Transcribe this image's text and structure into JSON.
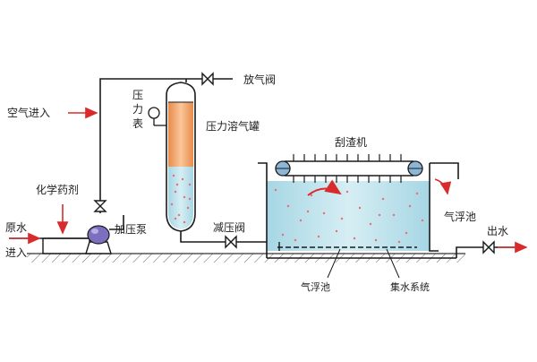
{
  "labels": {
    "vent_valve": "放气阀",
    "air_in": "空气进入",
    "gauge_char1": "压",
    "gauge_char2": "力",
    "gauge_char3": "表",
    "pressure_tank": "压力溶气罐",
    "scraper": "刮渣机",
    "chemical": "化学药剂",
    "raw_water_1": "原水",
    "raw_water_2": "进入",
    "booster_pump": "加压泵",
    "reducing_valve": "减压阀",
    "flotation_tank": "气浮池",
    "water_out": "出水",
    "bottom_left": "气浮池",
    "bottom_right": "集水系统"
  },
  "colors": {
    "pipe": "#1a1a1a",
    "arrow": "#d92b2b",
    "water": "#bfe2ec",
    "water_dot": "#f26b6b",
    "tank_orange": "#f2a46a",
    "pump": "#7d6fc0",
    "ground": "#555555"
  }
}
